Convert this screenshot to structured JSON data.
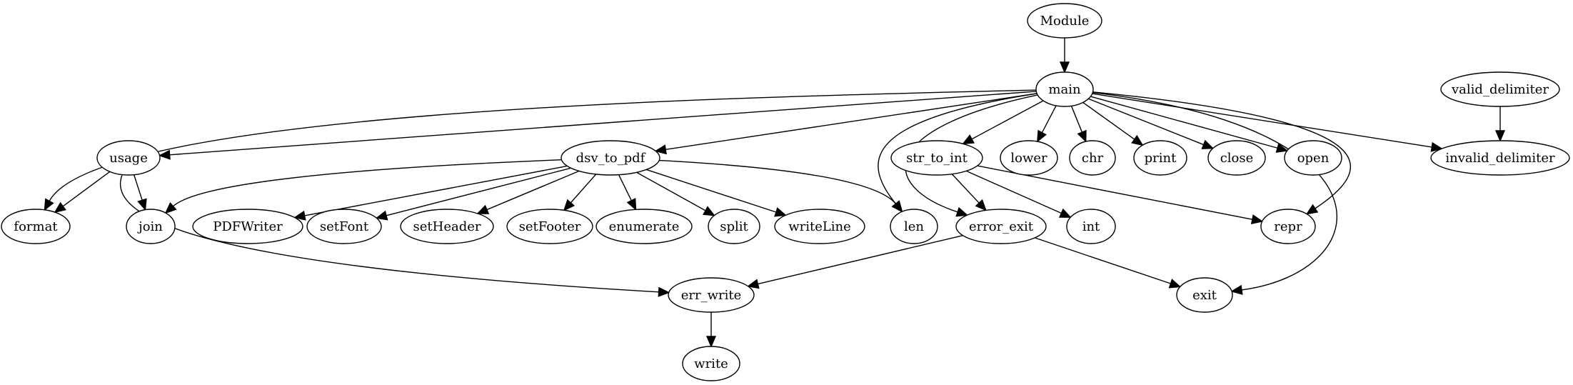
{
  "graph": {
    "nodes": [
      {
        "id": "module",
        "label": "Module"
      },
      {
        "id": "main",
        "label": "main"
      },
      {
        "id": "valid_delimiter",
        "label": "valid_delimiter"
      },
      {
        "id": "usage",
        "label": "usage"
      },
      {
        "id": "dsv_to_pdf",
        "label": "dsv_to_pdf"
      },
      {
        "id": "str_to_int",
        "label": "str_to_int"
      },
      {
        "id": "lower",
        "label": "lower"
      },
      {
        "id": "chr",
        "label": "chr"
      },
      {
        "id": "print",
        "label": "print"
      },
      {
        "id": "close",
        "label": "close"
      },
      {
        "id": "open",
        "label": "open"
      },
      {
        "id": "invalid_delimiter",
        "label": "invalid_delimiter"
      },
      {
        "id": "format",
        "label": "format"
      },
      {
        "id": "join",
        "label": "join"
      },
      {
        "id": "pdfwriter",
        "label": "PDFWriter"
      },
      {
        "id": "setfont",
        "label": "setFont"
      },
      {
        "id": "setheader",
        "label": "setHeader"
      },
      {
        "id": "setfooter",
        "label": "setFooter"
      },
      {
        "id": "enumerate",
        "label": "enumerate"
      },
      {
        "id": "split",
        "label": "split"
      },
      {
        "id": "writeline",
        "label": "writeLine"
      },
      {
        "id": "len",
        "label": "len"
      },
      {
        "id": "error_exit",
        "label": "error_exit"
      },
      {
        "id": "int",
        "label": "int"
      },
      {
        "id": "repr",
        "label": "repr"
      },
      {
        "id": "err_write",
        "label": "err_write"
      },
      {
        "id": "exit",
        "label": "exit"
      },
      {
        "id": "write",
        "label": "write"
      }
    ],
    "edges": [
      {
        "from": "module",
        "to": "main"
      },
      {
        "from": "valid_delimiter",
        "to": "invalid_delimiter"
      },
      {
        "from": "main",
        "to": "format"
      },
      {
        "from": "main",
        "to": "usage"
      },
      {
        "from": "main",
        "to": "dsv_to_pdf"
      },
      {
        "from": "main",
        "to": "len"
      },
      {
        "from": "main",
        "to": "error_exit"
      },
      {
        "from": "main",
        "to": "str_to_int"
      },
      {
        "from": "main",
        "to": "lower"
      },
      {
        "from": "main",
        "to": "chr"
      },
      {
        "from": "main",
        "to": "print"
      },
      {
        "from": "main",
        "to": "close"
      },
      {
        "from": "main",
        "to": "open"
      },
      {
        "from": "main",
        "to": "invalid_delimiter"
      },
      {
        "from": "main",
        "to": "repr"
      },
      {
        "from": "main",
        "to": "exit"
      },
      {
        "from": "usage",
        "to": "format"
      },
      {
        "from": "usage",
        "to": "join"
      },
      {
        "from": "usage",
        "to": "err_write"
      },
      {
        "from": "dsv_to_pdf",
        "to": "join"
      },
      {
        "from": "dsv_to_pdf",
        "to": "pdfwriter"
      },
      {
        "from": "dsv_to_pdf",
        "to": "setfont"
      },
      {
        "from": "dsv_to_pdf",
        "to": "setheader"
      },
      {
        "from": "dsv_to_pdf",
        "to": "setfooter"
      },
      {
        "from": "dsv_to_pdf",
        "to": "enumerate"
      },
      {
        "from": "dsv_to_pdf",
        "to": "split"
      },
      {
        "from": "dsv_to_pdf",
        "to": "writeline"
      },
      {
        "from": "dsv_to_pdf",
        "to": "len"
      },
      {
        "from": "str_to_int",
        "to": "error_exit"
      },
      {
        "from": "str_to_int",
        "to": "int"
      },
      {
        "from": "str_to_int",
        "to": "repr"
      },
      {
        "from": "error_exit",
        "to": "err_write"
      },
      {
        "from": "error_exit",
        "to": "exit"
      },
      {
        "from": "err_write",
        "to": "write"
      }
    ]
  }
}
